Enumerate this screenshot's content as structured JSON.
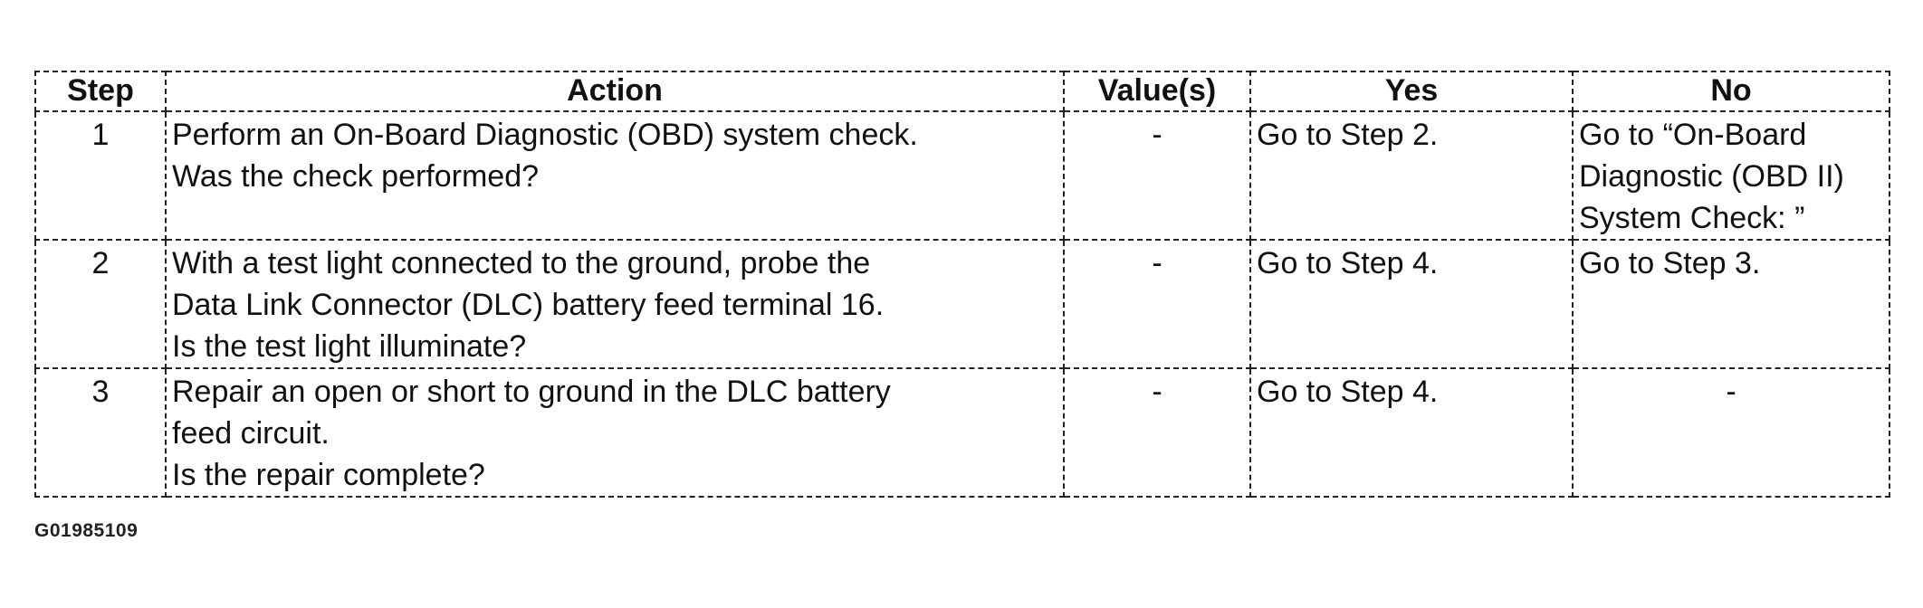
{
  "table": {
    "headers": {
      "step": "Step",
      "action": "Action",
      "values": "Value(s)",
      "yes": "Yes",
      "no": "No"
    },
    "rows": [
      {
        "step": "1",
        "action_lines": [
          "Perform an On-Board Diagnostic (OBD) system check.",
          "Was the check performed?"
        ],
        "value": "-",
        "yes": "Go to Step 2.",
        "no_lines": [
          "Go to “On-Board",
          "Diagnostic (OBD II)",
          "System Check: ”"
        ]
      },
      {
        "step": "2",
        "action_lines": [
          "With a test light connected to the ground, probe the",
          "Data Link Connector (DLC) battery feed terminal 16.",
          "Is the test light illuminate?"
        ],
        "value": "-",
        "yes": "Go to Step 4.",
        "no_lines": [
          "Go to Step 3."
        ]
      },
      {
        "step": "3",
        "action_lines": [
          "Repair an open or short to ground in the DLC battery",
          "feed circuit.",
          "Is the repair complete?"
        ],
        "value": "-",
        "yes": "Go to Step 4.",
        "no_lines": [
          "-"
        ]
      }
    ]
  },
  "caption": "G01985109"
}
